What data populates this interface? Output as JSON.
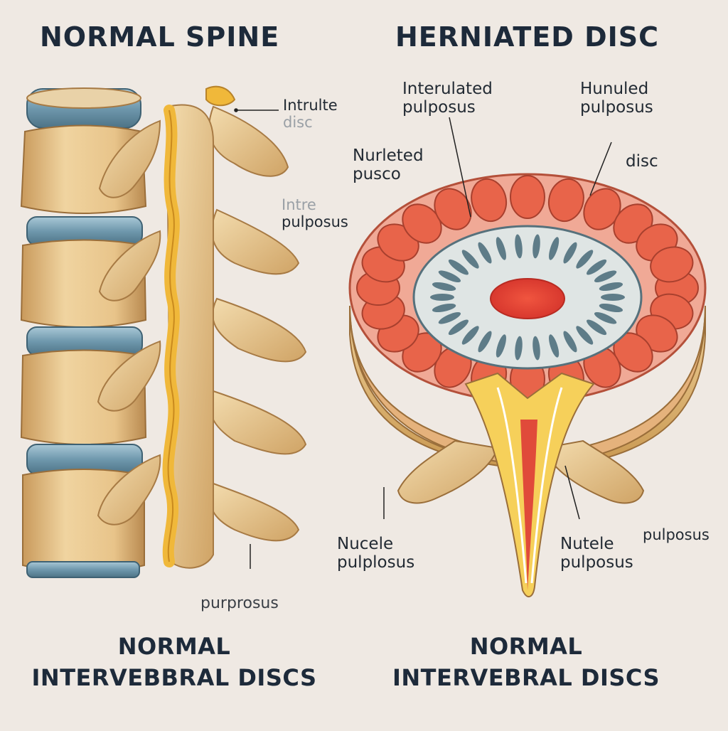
{
  "titles": {
    "left": "NORMAL SPINE",
    "right": "HERNIATED DISC"
  },
  "captions": {
    "left_line1": "NORMAL",
    "left_line2": "INTERVEBBRAL DISCS",
    "right_line1": "NORMAL",
    "right_line2": "INTERVEBRAL DISCS"
  },
  "spine_labels": {
    "intrulte_line1": "Intrulte",
    "intrulte_line2": "disc",
    "intre_line1": "Intre",
    "intre_line2": "pulposus",
    "bottom": "purprosus"
  },
  "disc_labels": {
    "interulated_line1": "Interulated",
    "interulated_line2": "pulposus",
    "hunuled_line1": "Hunuled",
    "hunuled_line2": "pulposus",
    "disc": "disc",
    "nurleted_line1": "Nurleted",
    "nurleted_line2": "pusco",
    "nucele_line1": "Nucele",
    "nucele_line2": "pulplosus",
    "nutele_line1": "Nutele",
    "nutele_line2": "pulposus",
    "right_edge": "pulposus"
  },
  "colors": {
    "background": "#efe9e3",
    "bone": "#e9c98f",
    "bone_shadow": "#c79a5b",
    "disc_blue": "#7fa6b8",
    "spinal_cord": "#f0b83a",
    "annulus_red": "#e9674e",
    "nucleus_red": "#e8463a"
  }
}
